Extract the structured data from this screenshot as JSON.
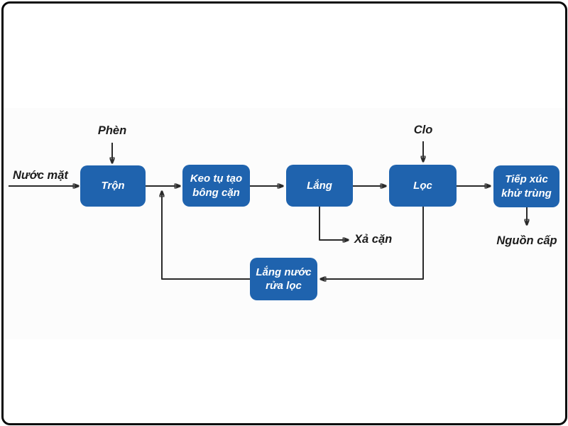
{
  "diagram": {
    "type": "flowchart",
    "description_language": "vi",
    "colors": {
      "box": "#1f63ae",
      "box_text": "#ffffff",
      "label_text": "#1c1c1c",
      "line": "#2a2a2a",
      "frame_border": "#0a0a0a",
      "background": "#ffffff"
    },
    "nodes": {
      "tron": {
        "label": "Trộn"
      },
      "keotu": {
        "line1": "Keo tụ tạo",
        "line2": "bông cặn"
      },
      "lang": {
        "label": "Lắng"
      },
      "loc": {
        "label": "Lọc"
      },
      "tiepxuc": {
        "line1": "Tiếp xúc",
        "line2": "khử trùng"
      },
      "langnuoc": {
        "line1": "Lắng nước",
        "line2": "rửa lọc"
      }
    },
    "labels": {
      "phen": "Phèn",
      "nuocmat": "Nước mặt",
      "clo": "Clo",
      "xacan": "Xả cặn",
      "nguoncap": "Nguồn cấp"
    },
    "edges": [
      {
        "from": "nuoc-mat-input",
        "to": "tron"
      },
      {
        "from": "phen-input",
        "to": "tron"
      },
      {
        "from": "tron",
        "to": "keotu"
      },
      {
        "from": "keotu",
        "to": "lang"
      },
      {
        "from": "lang",
        "to": "loc"
      },
      {
        "from": "clo-input",
        "to": "loc"
      },
      {
        "from": "loc",
        "to": "tiepxuc"
      },
      {
        "from": "lang",
        "to": "xa-can-output"
      },
      {
        "from": "loc",
        "to": "langnuoc"
      },
      {
        "from": "langnuoc",
        "to": "tron-keotu-junction"
      },
      {
        "from": "tiepxuc",
        "to": "nguon-cap-output"
      }
    ]
  }
}
